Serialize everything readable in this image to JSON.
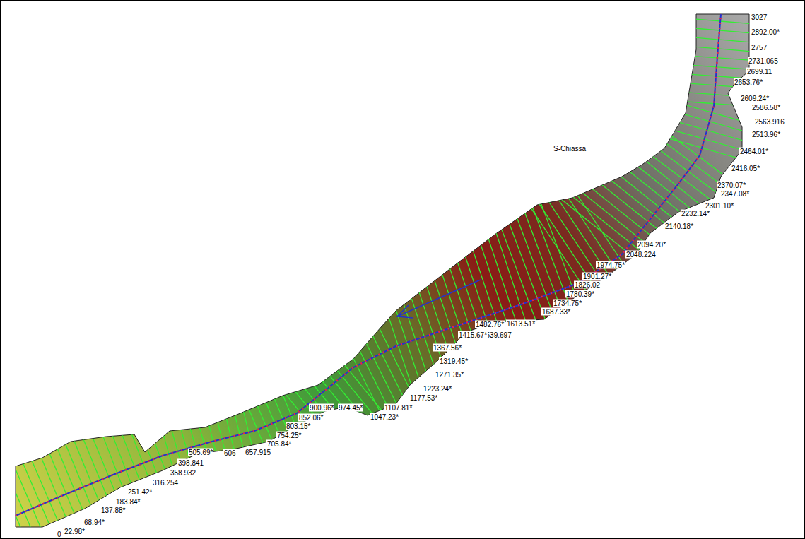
{
  "diagram": {
    "labels": [
      "3027",
      "2892.00*",
      "2757",
      "2731.065",
      "2699.11",
      "2653.76*",
      "2609.24*",
      "2586.58*",
      "2563.916",
      "2513.96*",
      "2464.01*",
      "2416.05*",
      "2370.07*",
      "2347.08*",
      "2301.10*",
      "2232.14*",
      "2140.18*",
      "2094.20*",
      "2048.224",
      "1974.75*",
      "1901.27*",
      "1826.02",
      "1780.39*",
      "1734.75*",
      "1687.33*",
      "1613.51*",
      "1482.76*",
      "1539.697",
      "1415.67*",
      "1367.56*",
      "1319.45*",
      "1271.35*",
      "1223.24*",
      "1177.53*",
      "1107.81*",
      "1047.23*",
      "974.45*",
      "900.96*",
      "852.06*",
      "803.15*",
      "754.25*",
      "705.84*",
      "657.915",
      "606",
      "505.69*",
      "398.841",
      "358.932",
      "316.254",
      "251.42*",
      "183.84*",
      "137.88*",
      "68.94*",
      "0",
      "22.98*",
      "S-Chiassa"
    ]
  }
}
